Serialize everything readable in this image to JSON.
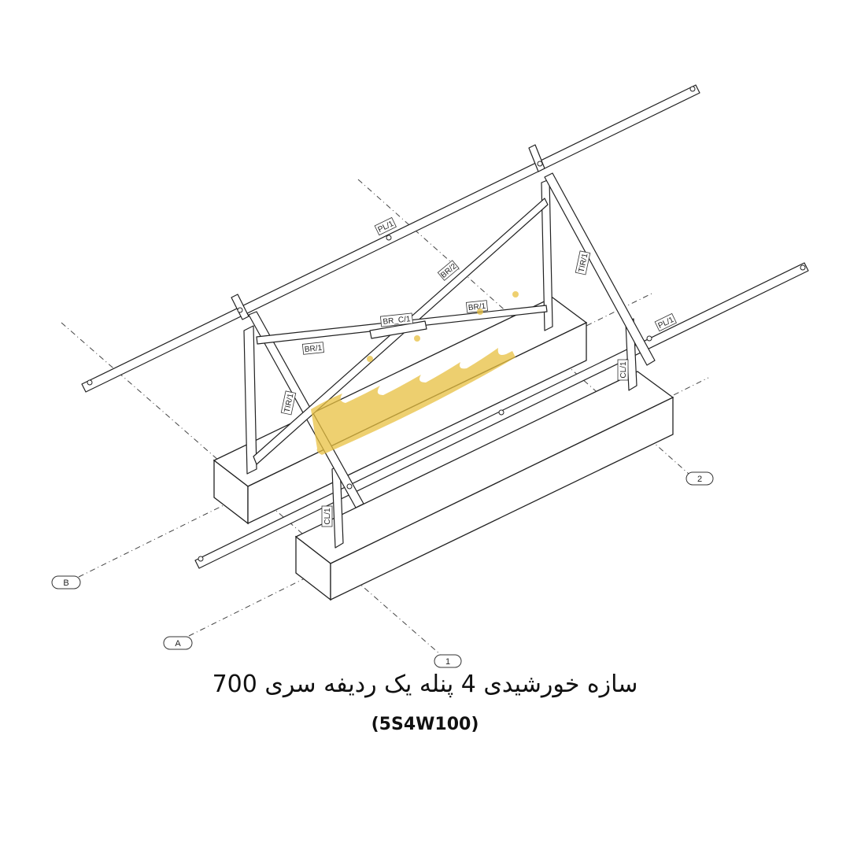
{
  "diagram": {
    "grid_labels": {
      "a": "A",
      "b": "B",
      "one": "1",
      "two": "2"
    },
    "part_tags": {
      "pl_left": "PL/1",
      "pl_right": "PL/1",
      "br2": "BR/2",
      "br1_upper": "BR/1",
      "br1_lower": "BR/1",
      "brc": "BR_C/1",
      "tir_left": "TIR/1",
      "tir_right": "TIR/1",
      "cl_front": "CL/1",
      "cl_right": "CL/1"
    },
    "watermark_color": "#e8c040",
    "line_color": "#222222"
  },
  "caption": {
    "title": "سازه خورشیدی 4 پنله یک ردیفه سری 700",
    "code": "(5S4W100)"
  }
}
